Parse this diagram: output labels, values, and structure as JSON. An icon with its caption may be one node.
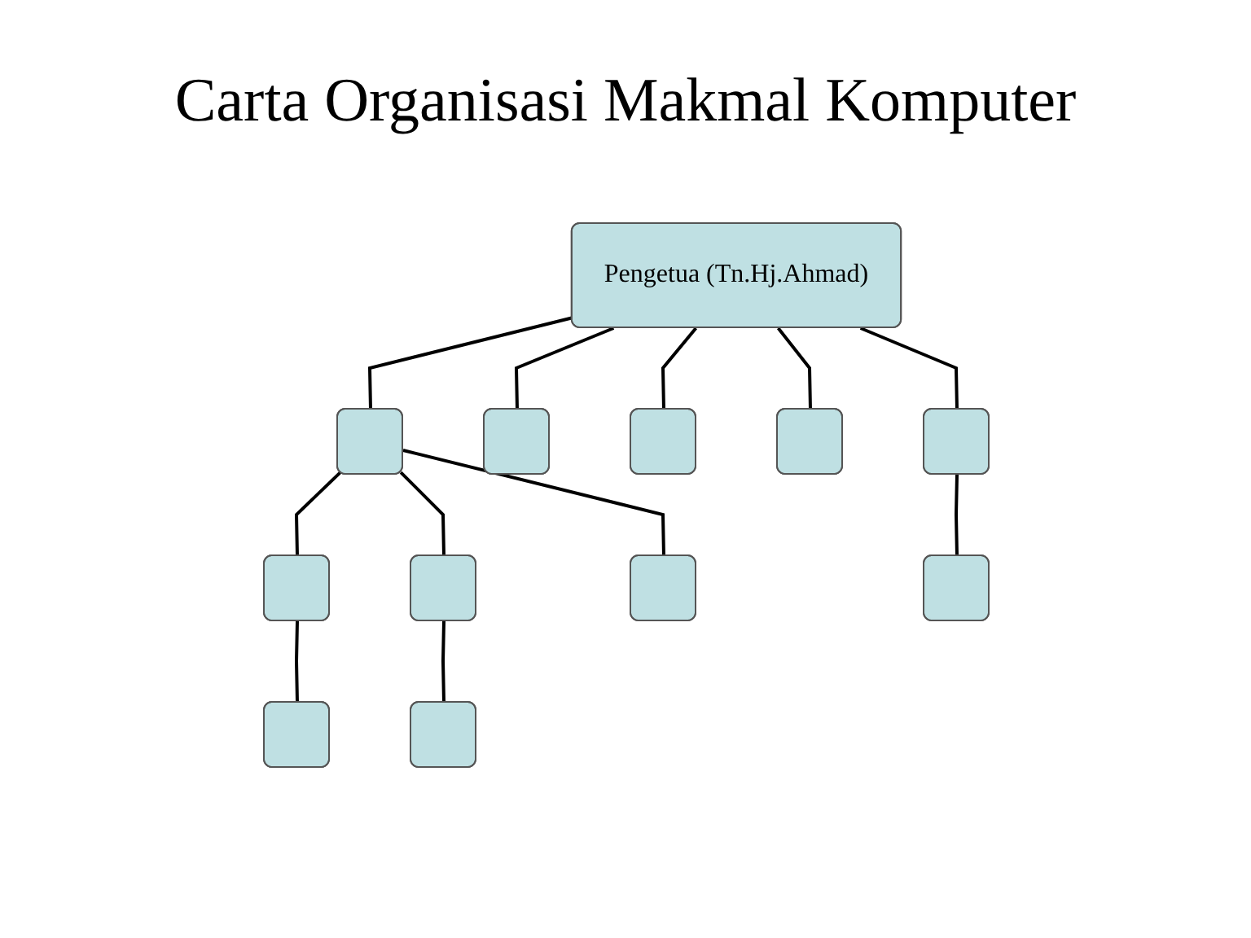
{
  "diagram": {
    "title": "Carta Organisasi Makmal Komputer",
    "nodes": [
      {
        "text": [
          "Pengetua (Tn.Hj.Ahmad)"
        ]
      },
      {
        "text": [],
        "shape": "box"
      },
      {
        "text": [],
        "shape": "box"
      },
      {
        "text": [],
        "shape": "box"
      },
      {
        "text": [],
        "shape": "box"
      },
      {
        "text": [],
        "shape": "box"
      },
      {
        "text": [],
        "shape": "box"
      },
      {
        "text": [],
        "shape": "box"
      },
      {
        "text": [],
        "shape": "box"
      },
      {
        "text": [],
        "shape": "box"
      },
      {
        "text": [],
        "shape": "box"
      },
      {
        "text": [],
        "shape": "box"
      }
    ],
    "edges": [
      {
        "from": 0,
        "to": 1,
        "arrow": "none"
      },
      {
        "from": 1,
        "to": 2,
        "arrow": "none"
      },
      {
        "from": 1,
        "to": 3,
        "arrow": "none"
      },
      {
        "from": 1,
        "to": 5,
        "arrow": "none"
      },
      {
        "from": 2,
        "to": 4,
        "arrow": "none"
      },
      {
        "from": 3,
        "to": 6,
        "arrow": "none"
      },
      {
        "from": 0,
        "to": 7,
        "arrow": "none"
      },
      {
        "from": 0,
        "to": 8,
        "arrow": "none"
      },
      {
        "from": 0,
        "to": 9,
        "arrow": "none"
      },
      {
        "from": 0,
        "to": 10,
        "arrow": "none"
      },
      {
        "from": 10,
        "to": 11,
        "arrow": "none"
      }
    ]
  }
}
